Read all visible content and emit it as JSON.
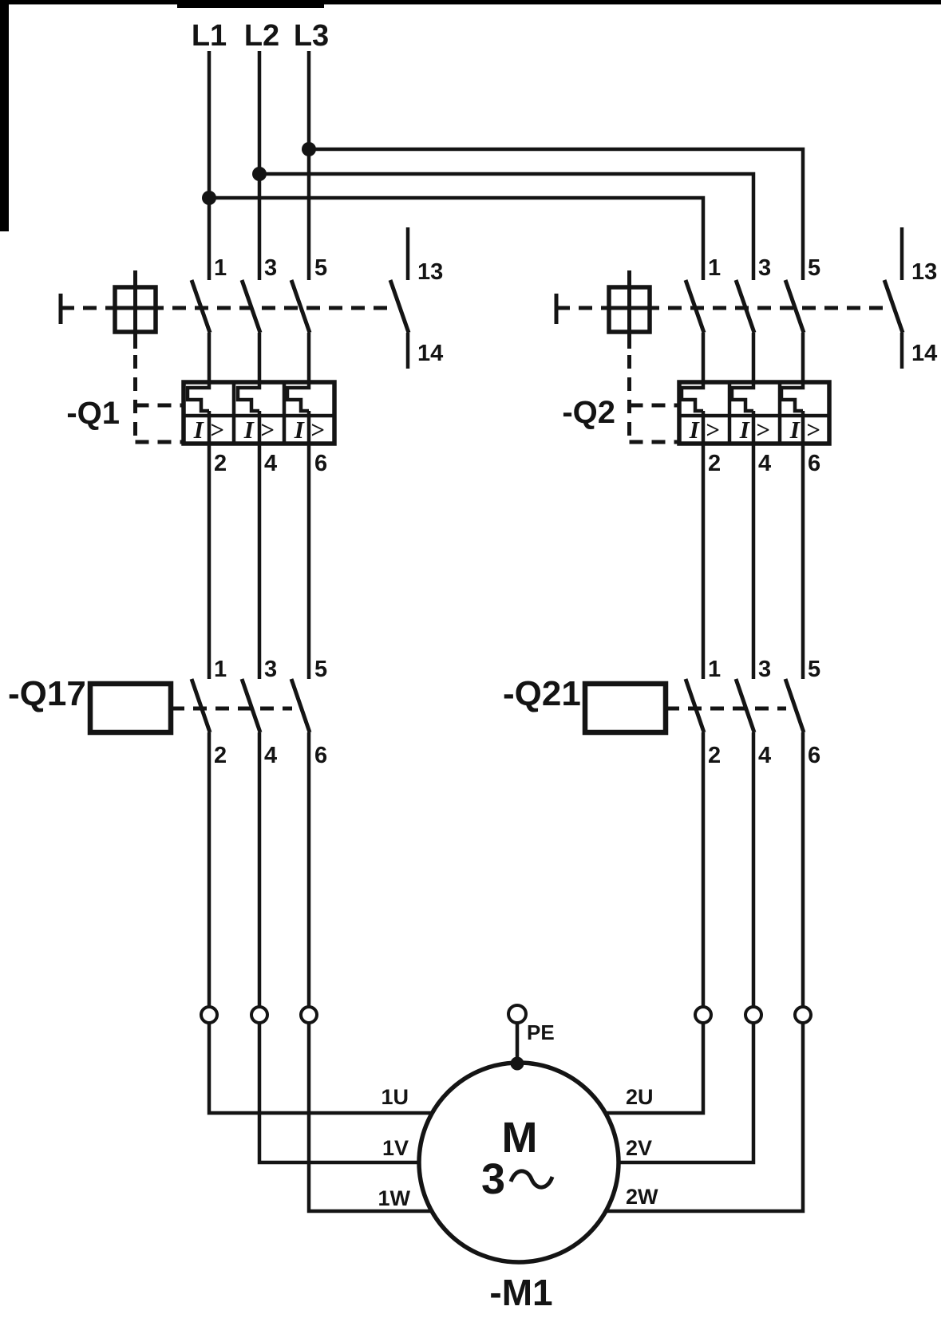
{
  "page": {
    "background": "#ffffff",
    "ink": "#141414"
  },
  "supply": {
    "l1": "L1",
    "l2": "L2",
    "l3": "L3"
  },
  "q1": {
    "label": "-Q1",
    "trip": "I >",
    "top": [
      "1",
      "3",
      "5"
    ],
    "bottom": [
      "2",
      "4",
      "6"
    ],
    "aux_top": "13",
    "aux_bottom": "14"
  },
  "q2": {
    "label": "-Q2",
    "trip": "I >",
    "top": [
      "1",
      "3",
      "5"
    ],
    "bottom": [
      "2",
      "4",
      "6"
    ],
    "aux_top": "13",
    "aux_bottom": "14"
  },
  "q17": {
    "label": "-Q17",
    "top": [
      "1",
      "3",
      "5"
    ],
    "bottom": [
      "2",
      "4",
      "6"
    ]
  },
  "q21": {
    "label": "-Q21",
    "top": [
      "1",
      "3",
      "5"
    ],
    "bottom": [
      "2",
      "4",
      "6"
    ]
  },
  "motor": {
    "label": "-M1",
    "letter": "M",
    "phases": "3",
    "pe": "PE",
    "left_terminals": [
      "1U",
      "1V",
      "1W"
    ],
    "right_terminals": [
      "2U",
      "2V",
      "2W"
    ]
  }
}
